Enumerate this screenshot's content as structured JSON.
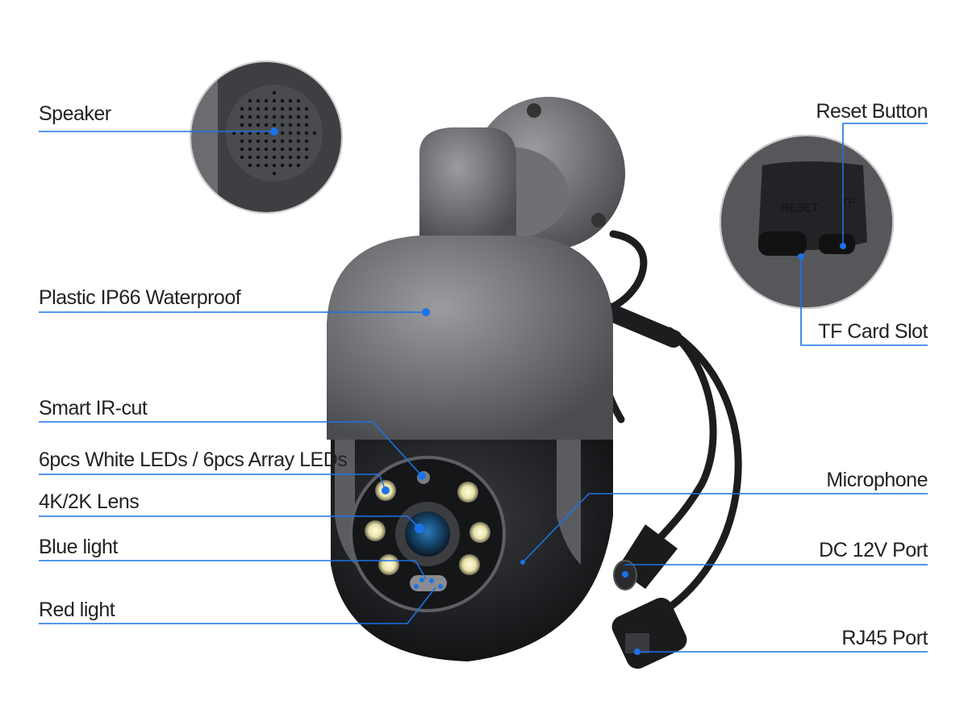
{
  "accent_color": "#1a73e8",
  "callouts": {
    "speaker": "Speaker",
    "waterproof": "Plastic IP66 Waterproof",
    "ir_cut": "Smart IR-cut",
    "leds": "6pcs White LEDs / 6pcs Array LEDs",
    "lens": "4K/2K Lens",
    "blue_light": "Blue light",
    "red_light": "Red light",
    "reset_button": "Reset Button",
    "tf_card_slot": "TF Card Slot",
    "microphone": "Microphone",
    "dc_port": "DC 12V Port",
    "rj45_port": "RJ45 Port"
  },
  "slot_labels": {
    "reset": "RESET",
    "tf": "TF"
  }
}
